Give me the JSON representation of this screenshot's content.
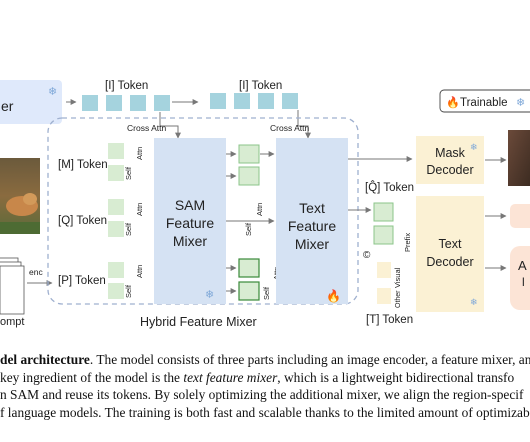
{
  "encoder": {
    "label_partial": "er"
  },
  "tokens": {
    "image_token_1": "[I] Token",
    "image_token_2": "[I] Token",
    "mask_token": "[M] Token",
    "query_token": "[Q] Token",
    "prompt_token": "[P] Token",
    "query_hat_token": "[Q̂] Token",
    "text_token": "[T] Token"
  },
  "attn": {
    "cross_1": "Cross Attn",
    "cross_2": "Cross Attn",
    "self": "Self",
    "attn": "Attn"
  },
  "mixers": {
    "sam": [
      "SAM",
      "Feature",
      "Mixer"
    ],
    "text": [
      "Text",
      "Feature",
      "Mixer"
    ],
    "hybrid": "Hybrid Feature Mixer"
  },
  "decoders": {
    "mask": [
      "Mask",
      "Decoder"
    ],
    "text": [
      "Text",
      "Decoder"
    ],
    "partial_a": "A",
    "partial_b": "l"
  },
  "prefix": {
    "visual": "Visual",
    "prefix": "Prefix",
    "other": "Other",
    "copyright": "©"
  },
  "prompt": {
    "enc": "enc",
    "label": "ompt"
  },
  "legend": {
    "trainable": "Trainable"
  },
  "colors": {
    "encoder_fill": "#dfe9fb",
    "token_blue": "#a5d3de",
    "token_green": "#d8ecd2",
    "mixer_fill": "#d5e2f3",
    "decoder_fill": "#fbf1d4",
    "peach": "#fce4d6"
  },
  "caption": {
    "line1_bold": "del architecture",
    "line1_rest": ". The model consists of three parts including an image encoder, a feature mixer, an",
    "line2_pre": "key ingredient of the model is the ",
    "line2_italic": "text feature mixer",
    "line2_post": ", which is a lightweight bidirectional transfo",
    "line3": "n SAM and reuse its tokens. By solely optimizing the additional mixer, we align the region-specif",
    "line4": "f language models. The training is both fast and scalable thanks to the limited amount of optimizab"
  }
}
